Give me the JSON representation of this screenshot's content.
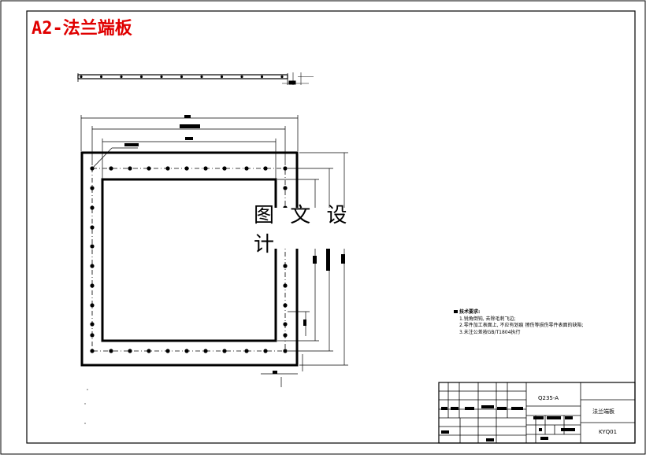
{
  "title": "A2-法兰端板",
  "watermark": "图 文 设 计",
  "notes": {
    "heading": "技术要求:",
    "lines": [
      "1.锐角倒钝, 去除毛刺飞边;",
      "2.零件加工表面上, 不应有划痕 擦伤等损伤零件表面的缺陷;",
      "3.未注公差按GB/T1804执行"
    ]
  },
  "title_block": {
    "material": "Q235-A",
    "part_name": "法兰端板",
    "drawing_no": "KYQ01"
  }
}
